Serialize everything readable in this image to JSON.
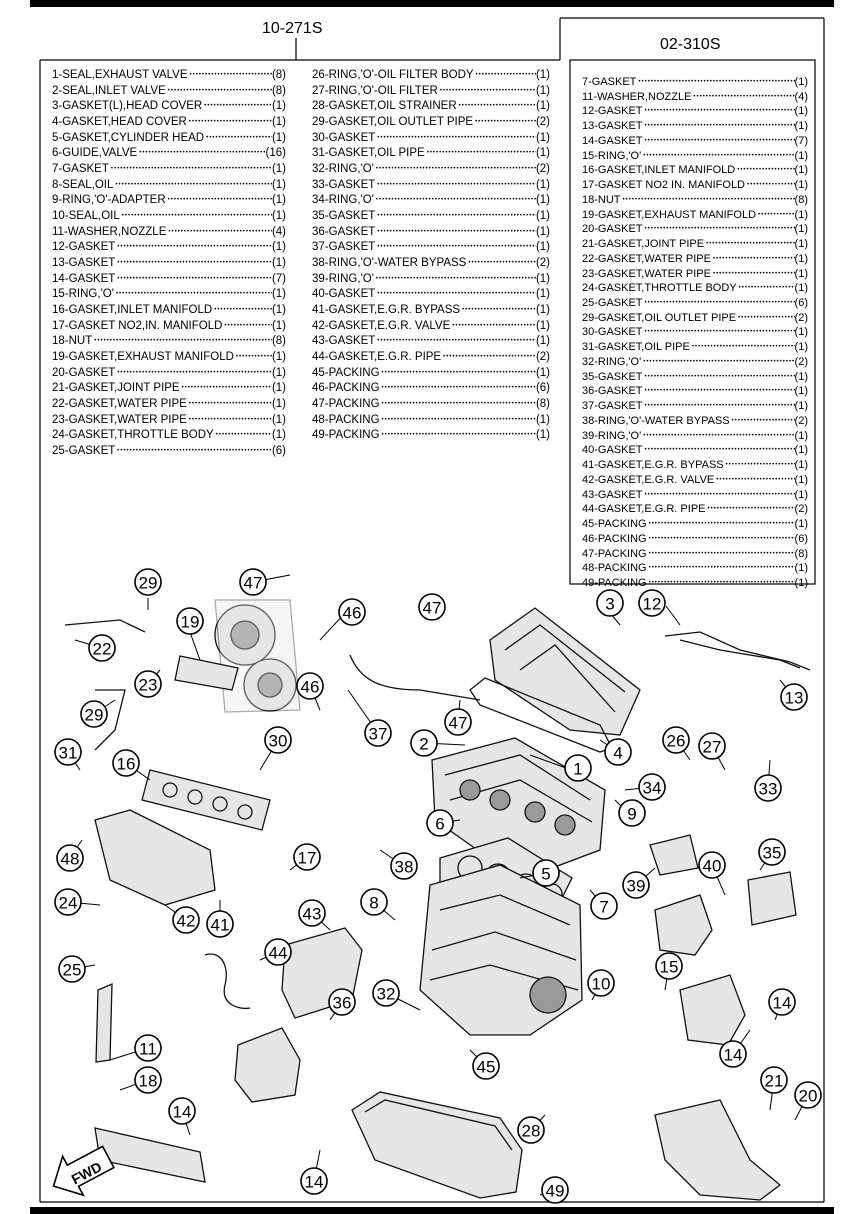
{
  "kit_left": {
    "title": "10-271S",
    "col1": [
      {
        "name": "1-SEAL,EXHAUST VALVE",
        "qty": "(8)"
      },
      {
        "name": "2-SEAL,INLET VALVE",
        "qty": "(8)"
      },
      {
        "name": "3-GASKET(L),HEAD COVER",
        "qty": "(1)"
      },
      {
        "name": "4-GASKET,HEAD COVER",
        "qty": "(1)"
      },
      {
        "name": "5-GASKET,CYLINDER HEAD",
        "qty": "(1)"
      },
      {
        "name": "6-GUIDE,VALVE",
        "qty": "(16)"
      },
      {
        "name": "7-GASKET",
        "qty": "(1)"
      },
      {
        "name": "8-SEAL,OIL",
        "qty": "(1)"
      },
      {
        "name": "9-RING,'O'-ADAPTER",
        "qty": "(1)"
      },
      {
        "name": "10-SEAL,OIL",
        "qty": "(1)"
      },
      {
        "name": "11-WASHER,NOZZLE",
        "qty": "(4)"
      },
      {
        "name": "12-GASKET",
        "qty": "(1)"
      },
      {
        "name": "13-GASKET",
        "qty": "(1)"
      },
      {
        "name": "14-GASKET",
        "qty": "(7)"
      },
      {
        "name": "15-RING,'O'",
        "qty": "(1)"
      },
      {
        "name": "16-GASKET,INLET MANIFOLD",
        "qty": "(1)"
      },
      {
        "name": "17-GASKET NO2,IN. MANIFOLD",
        "qty": "(1)"
      },
      {
        "name": "18-NUT",
        "qty": "(8)"
      },
      {
        "name": "19-GASKET,EXHAUST MANIFOLD",
        "qty": "(1)"
      },
      {
        "name": "20-GASKET",
        "qty": "(1)"
      },
      {
        "name": "21-GASKET,JOINT PIPE",
        "qty": "(1)"
      },
      {
        "name": "22-GASKET,WATER PIPE",
        "qty": "(1)"
      },
      {
        "name": "23-GASKET,WATER PIPE",
        "qty": "(1)"
      },
      {
        "name": "24-GASKET,THROTTLE BODY",
        "qty": "(1)"
      },
      {
        "name": "25-GASKET",
        "qty": "(6)"
      }
    ],
    "col2": [
      {
        "name": "26-RING,'O'-OIL FILTER BODY",
        "qty": "(1)"
      },
      {
        "name": "27-RING,'O'-OIL FILTER",
        "qty": "(1)"
      },
      {
        "name": "28-GASKET,OIL STRAINER",
        "qty": "(1)"
      },
      {
        "name": "29-GASKET,OIL OUTLET PIPE",
        "qty": "(2)"
      },
      {
        "name": "30-GASKET",
        "qty": "(1)"
      },
      {
        "name": "31-GASKET,OIL PIPE",
        "qty": "(1)"
      },
      {
        "name": "32-RING,'O'",
        "qty": "(2)"
      },
      {
        "name": "33-GASKET",
        "qty": "(1)"
      },
      {
        "name": "34-RING,'O'",
        "qty": "(1)"
      },
      {
        "name": "35-GASKET",
        "qty": "(1)"
      },
      {
        "name": "36-GASKET",
        "qty": "(1)"
      },
      {
        "name": "37-GASKET",
        "qty": "(1)"
      },
      {
        "name": "38-RING,'O'-WATER BYPASS",
        "qty": "(2)"
      },
      {
        "name": "39-RING,'O'",
        "qty": "(1)"
      },
      {
        "name": "40-GASKET",
        "qty": "(1)"
      },
      {
        "name": "41-GASKET,E.G.R. BYPASS",
        "qty": "(1)"
      },
      {
        "name": "42-GASKET,E.G.R. VALVE",
        "qty": "(1)"
      },
      {
        "name": "43-GASKET",
        "qty": "(1)"
      },
      {
        "name": "44-GASKET,E.G.R. PIPE",
        "qty": "(2)"
      },
      {
        "name": "45-PACKING",
        "qty": "(1)"
      },
      {
        "name": "46-PACKING",
        "qty": "(6)"
      },
      {
        "name": "47-PACKING",
        "qty": "(8)"
      },
      {
        "name": "48-PACKING",
        "qty": "(1)"
      },
      {
        "name": "49-PACKING",
        "qty": "(1)"
      }
    ]
  },
  "kit_right": {
    "title": "02-310S",
    "items": [
      {
        "name": "7-GASKET",
        "qty": "(1)"
      },
      {
        "name": "11-WASHER,NOZZLE",
        "qty": "(4)"
      },
      {
        "name": "12-GASKET",
        "qty": "(1)"
      },
      {
        "name": "13-GASKET",
        "qty": "(1)"
      },
      {
        "name": "14-GASKET",
        "qty": "(7)"
      },
      {
        "name": "15-RING,'O'",
        "qty": "(1)"
      },
      {
        "name": "16-GASKET,INLET MANIFOLD",
        "qty": "(1)"
      },
      {
        "name": "17-GASKET NO2 IN. MANIFOLD",
        "qty": "(1)"
      },
      {
        "name": "18-NUT",
        "qty": "(8)"
      },
      {
        "name": "19-GASKET,EXHAUST MANIFOLD",
        "qty": "(1)"
      },
      {
        "name": "20-GASKET",
        "qty": "(1)"
      },
      {
        "name": "21-GASKET,JOINT PIPE",
        "qty": "(1)"
      },
      {
        "name": "22-GASKET,WATER PIPE",
        "qty": "(1)"
      },
      {
        "name": "23-GASKET,WATER PIPE",
        "qty": "(1)"
      },
      {
        "name": "24-GASKET,THROTTLE BODY",
        "qty": "(1)"
      },
      {
        "name": "25-GASKET",
        "qty": "(6)"
      },
      {
        "name": "29-GASKET,OIL OUTLET PIPE",
        "qty": "(2)"
      },
      {
        "name": "30-GASKET",
        "qty": "(1)"
      },
      {
        "name": "31-GASKET,OIL PIPE",
        "qty": "(1)"
      },
      {
        "name": "32-RING,'O'",
        "qty": "(2)"
      },
      {
        "name": "35-GASKET",
        "qty": "(1)"
      },
      {
        "name": "36-GASKET",
        "qty": "(1)"
      },
      {
        "name": "37-GASKET",
        "qty": "(1)"
      },
      {
        "name": "38-RING,'O'-WATER BYPASS",
        "qty": "(2)"
      },
      {
        "name": "39-RING,'O'",
        "qty": "(1)"
      },
      {
        "name": "40-GASKET",
        "qty": "(1)"
      },
      {
        "name": "41-GASKET,E.G.R. BYPASS",
        "qty": "(1)"
      },
      {
        "name": "42-GASKET,E.G.R. VALVE",
        "qty": "(1)"
      },
      {
        "name": "43-GASKET",
        "qty": "(1)"
      },
      {
        "name": "44-GASKET,E.G.R. PIPE",
        "qty": "(2)"
      },
      {
        "name": "45-PACKING",
        "qty": "(1)"
      },
      {
        "name": "46-PACKING",
        "qty": "(6)"
      },
      {
        "name": "47-PACKING",
        "qty": "(8)"
      },
      {
        "name": "48-PACKING",
        "qty": "(1)"
      },
      {
        "name": "49-PACKING",
        "qty": "(1)"
      }
    ]
  },
  "callouts": [
    "29",
    "47",
    "46",
    "47",
    "3",
    "12",
    "22",
    "19",
    "23",
    "46",
    "37",
    "47",
    "2",
    "1",
    "4",
    "13",
    "29",
    "30",
    "26",
    "27",
    "31",
    "16",
    "34",
    "33",
    "9",
    "6",
    "48",
    "38",
    "17",
    "5",
    "7",
    "39",
    "40",
    "35",
    "24",
    "42",
    "41",
    "43",
    "8",
    "44",
    "25",
    "32",
    "10",
    "15",
    "14",
    "36",
    "11",
    "18",
    "45",
    "14",
    "21",
    "20",
    "28",
    "14",
    "14",
    "49"
  ],
  "fwd_label": "FWD"
}
